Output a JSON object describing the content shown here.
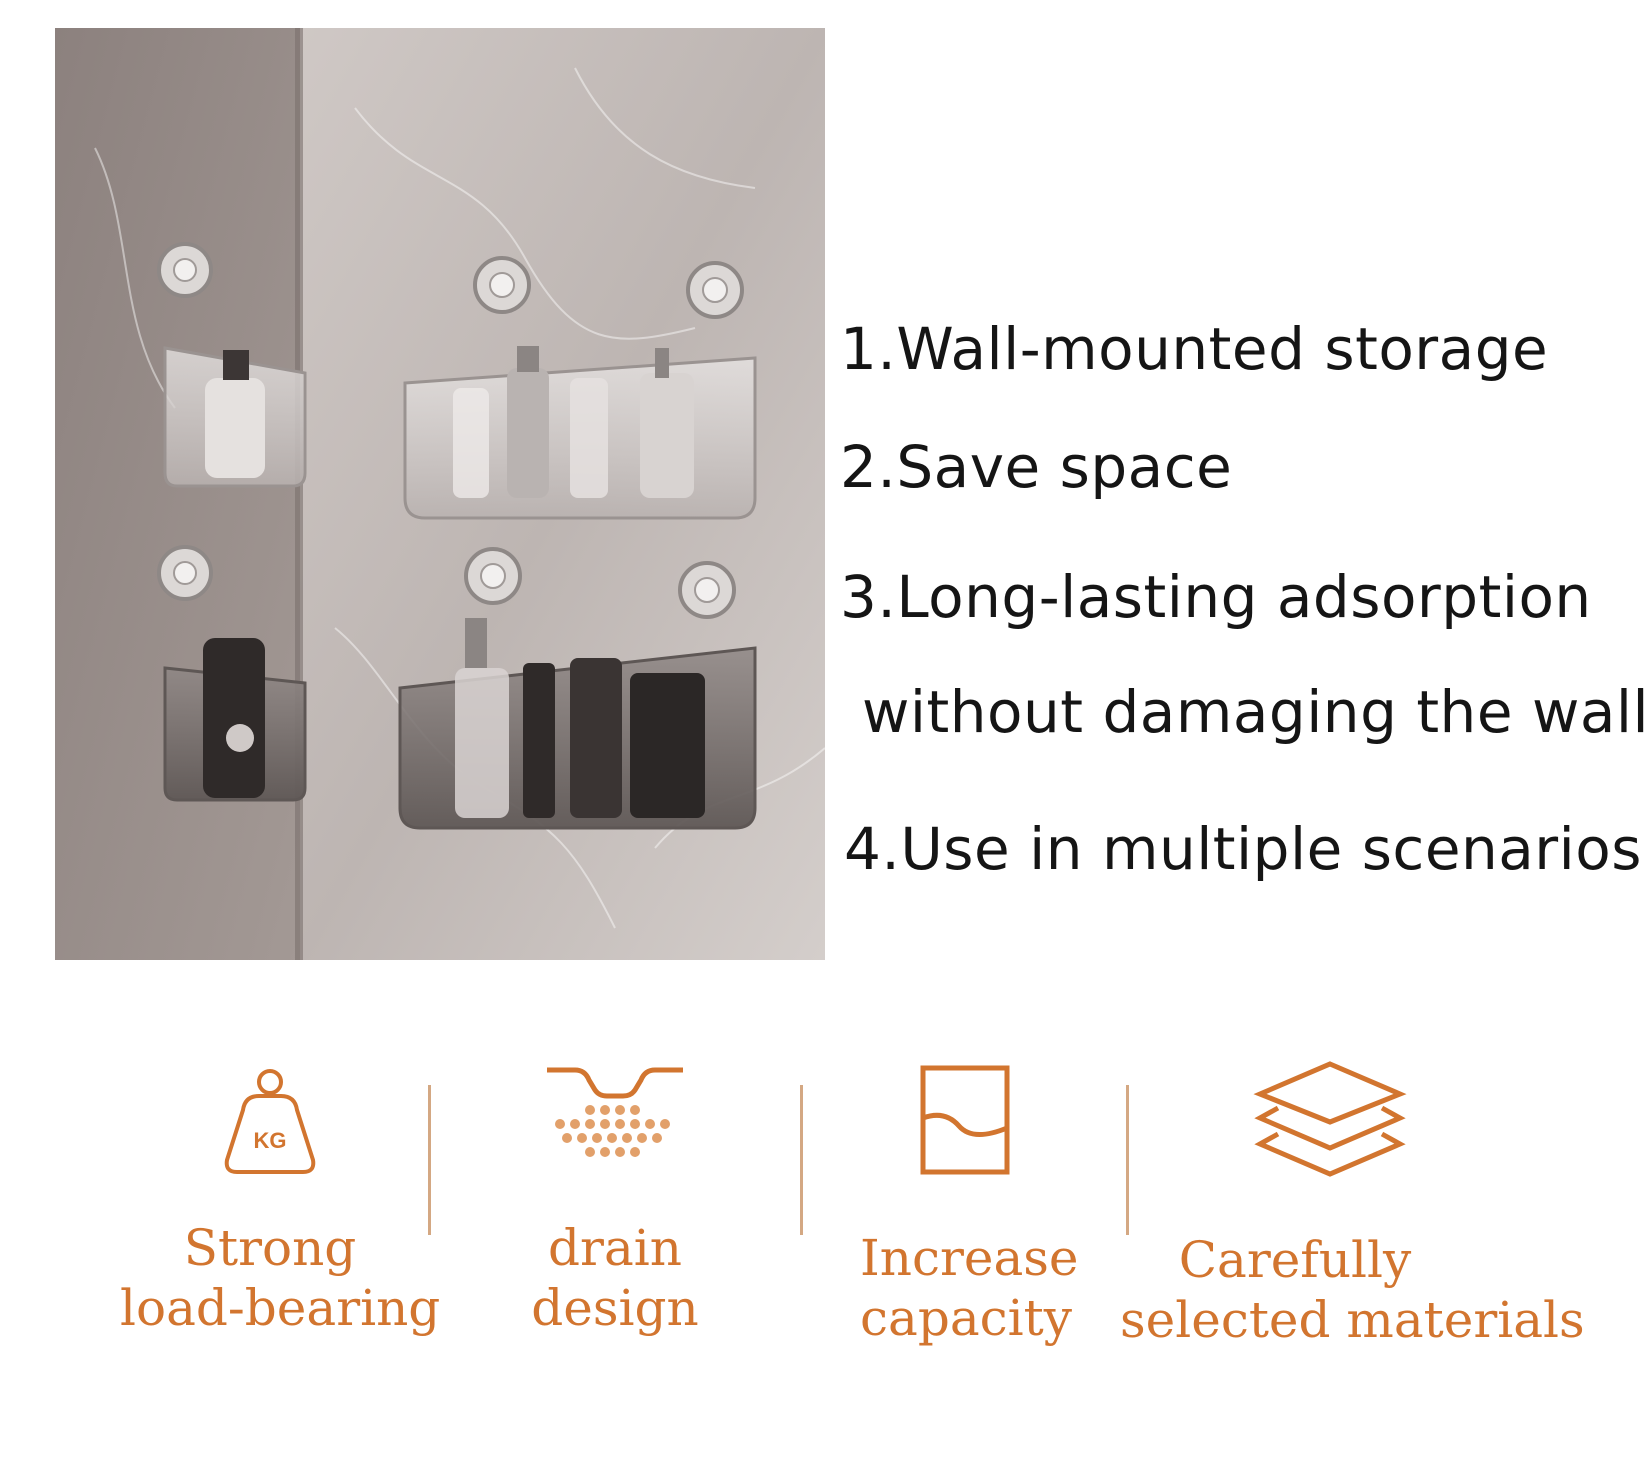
{
  "features": [
    "1.Wall-mounted storage",
    "2.Save space",
    "3.Long-lasting adsorption",
    "without damaging the wall",
    "4.Use in multiple scenarios"
  ],
  "icon_features": [
    {
      "icon": "kg-weight-icon",
      "line1": "Strong",
      "line2": "load-bearing"
    },
    {
      "icon": "drain-icon",
      "line1": "drain",
      "line2": "design"
    },
    {
      "icon": "capacity-icon",
      "line1": "Increase",
      "line2": "capacity"
    },
    {
      "icon": "layers-icon",
      "line1": "Carefully",
      "line2": "selected materials"
    }
  ],
  "kg_text": "KG",
  "colors": {
    "accent": "#d2752f",
    "text": "#151515",
    "divider": "#d4a883"
  }
}
